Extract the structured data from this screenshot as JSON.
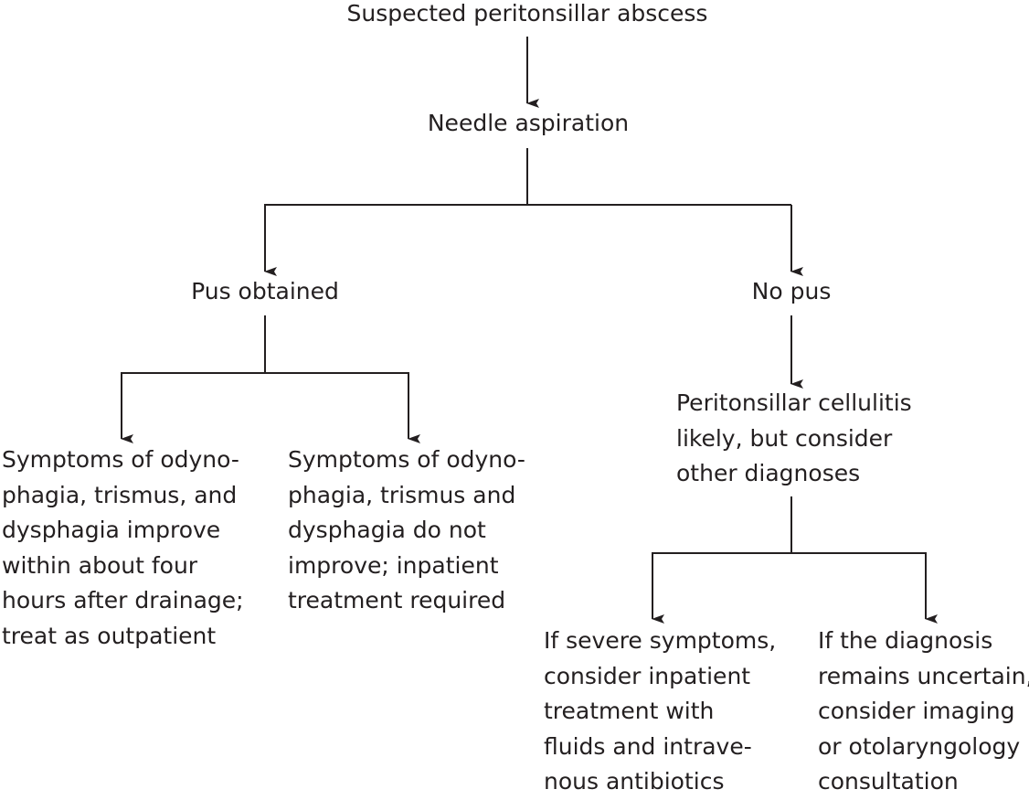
{
  "title": "Peritonsillar abscess management flowchart",
  "colors": {
    "line": "#231f20",
    "text": "#231f20",
    "background": "#ffffff"
  },
  "nodes": {
    "root": "Suspected peritonsillar abscess",
    "aspiration": "Needle aspiration",
    "pus": "Pus obtained",
    "no_pus": "No pus",
    "improve": "Symptoms of odyno-\nphagia, trismus, and\ndysphagia improve\nwithin about four\nhours after drainage;\ntreat as outpatient",
    "not_improve": "Symptoms of odyno-\nphagia, trismus and\ndysphagia do not\nimprove; inpatient\ntreatment required",
    "cellulitis": "Peritonsillar cellulitis\nlikely, but consider\nother diagnoses",
    "severe": "If severe symptoms,\nconsider inpatient\ntreatment with\nfluids and intrave-\nnous antibiotics",
    "uncertain": "If the diagnosis\nremains uncertain,\nconsider imaging\nor otolaryngology\nconsultation"
  },
  "edges": [
    {
      "from": "root",
      "to": "aspiration"
    },
    {
      "from": "aspiration",
      "to": "pus"
    },
    {
      "from": "aspiration",
      "to": "no_pus"
    },
    {
      "from": "pus",
      "to": "improve"
    },
    {
      "from": "pus",
      "to": "not_improve"
    },
    {
      "from": "no_pus",
      "to": "cellulitis"
    },
    {
      "from": "cellulitis",
      "to": "severe"
    },
    {
      "from": "cellulitis",
      "to": "uncertain"
    }
  ]
}
